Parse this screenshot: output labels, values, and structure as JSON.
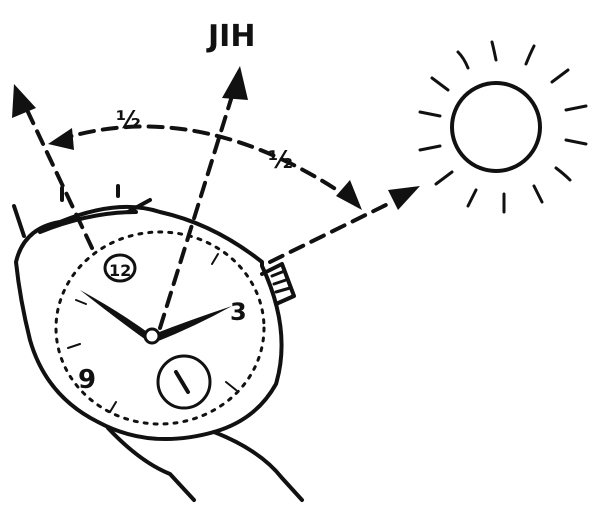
{
  "diagram": {
    "direction_label": "JIH",
    "half_left": "½",
    "half_right": "½",
    "dial_12": "12",
    "dial_3": "3",
    "dial_9": "9"
  },
  "colors": {
    "ink": "#111111",
    "background": "#ffffff"
  },
  "icons": {
    "sun": "sun-icon",
    "watch": "watch-icon"
  }
}
